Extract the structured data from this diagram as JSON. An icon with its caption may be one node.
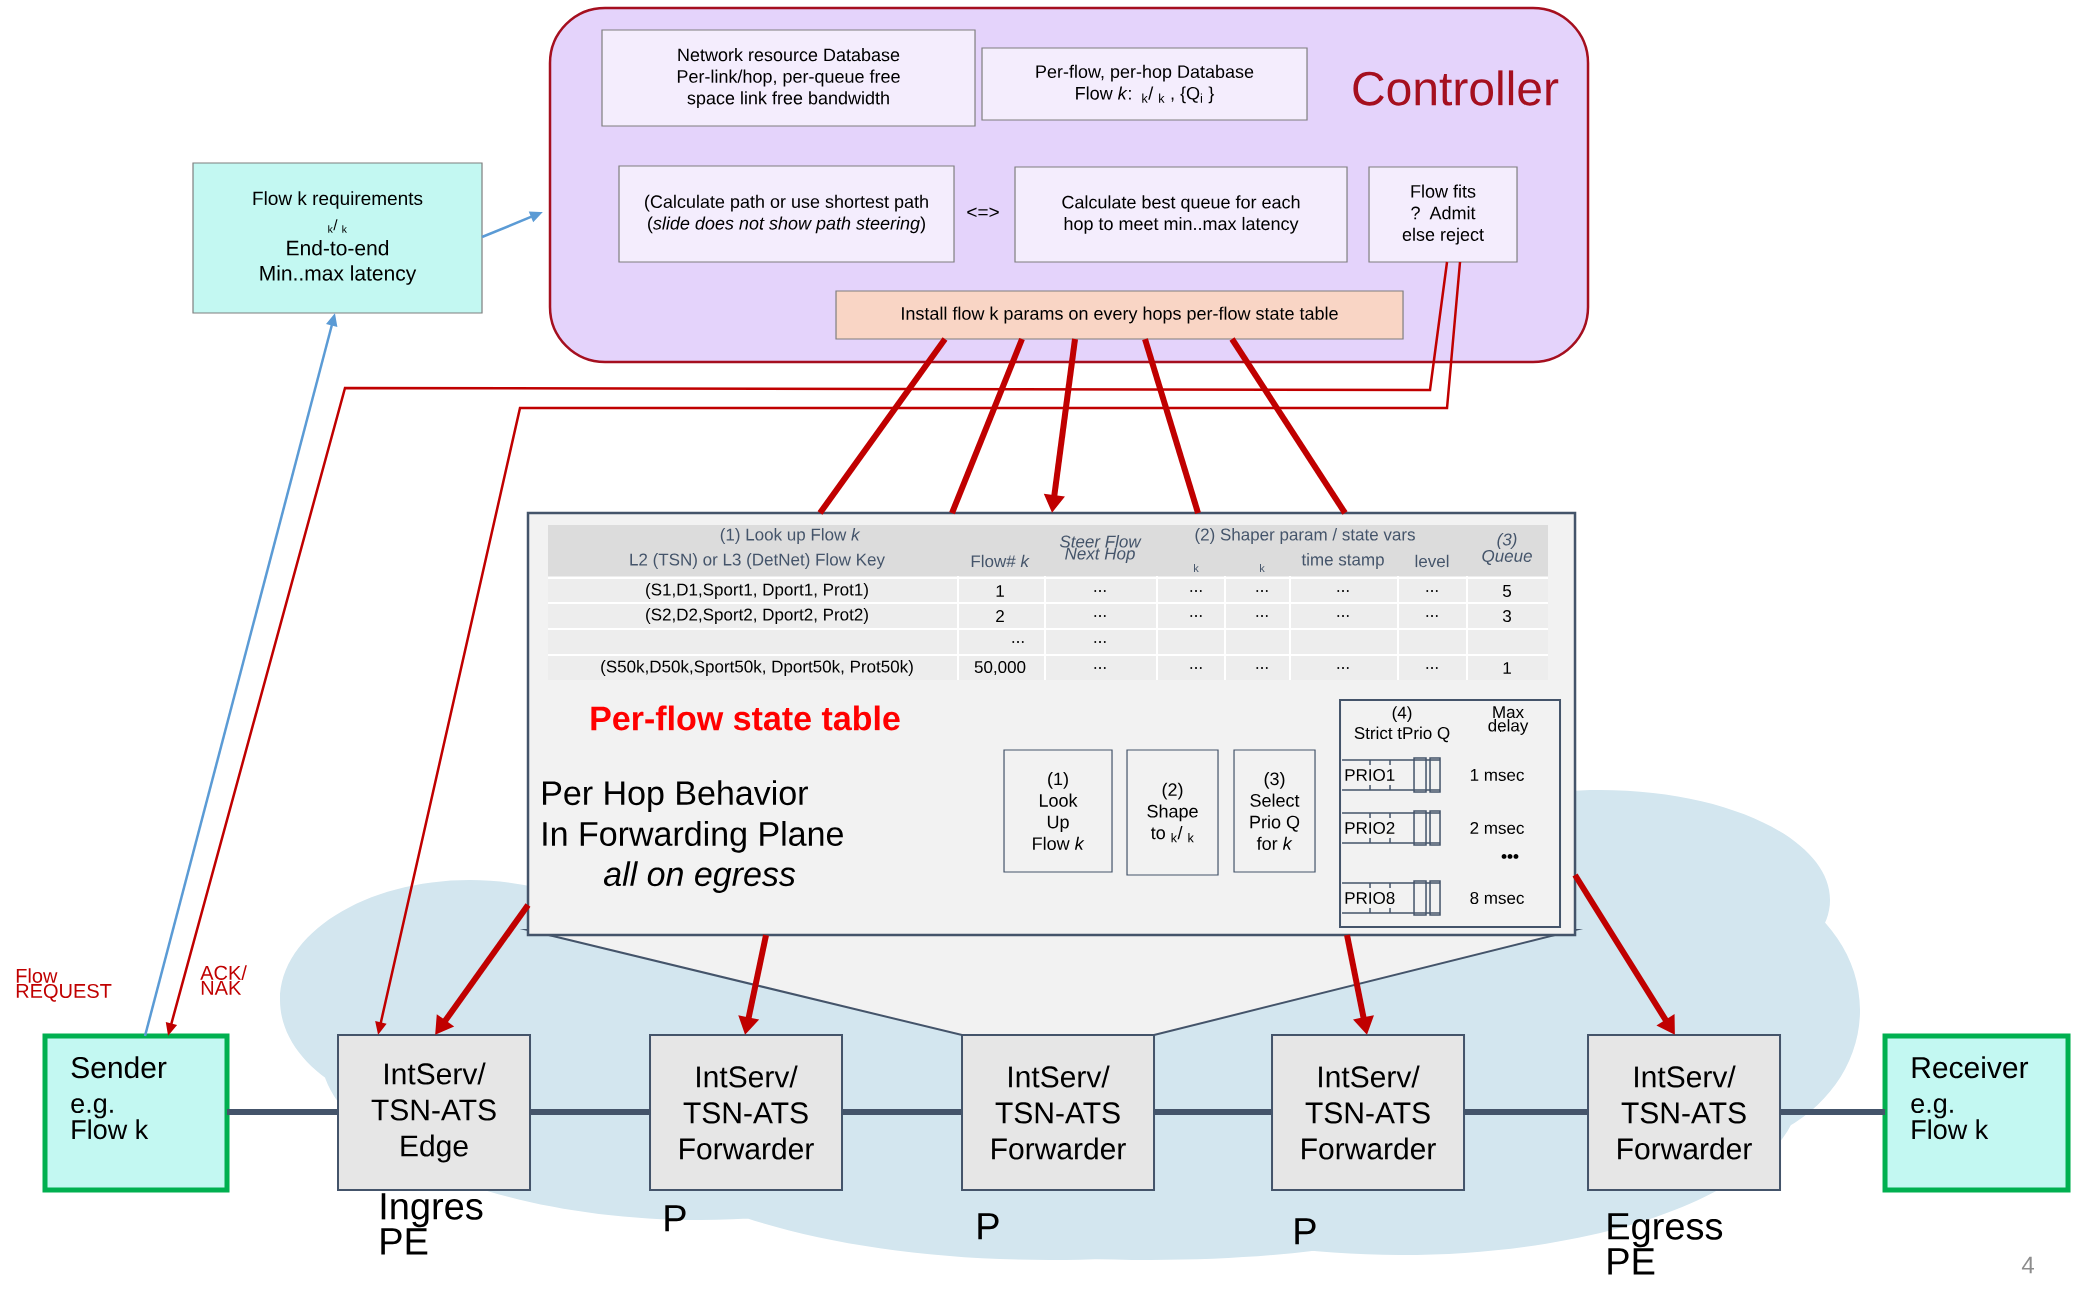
{
  "diagram": {
    "nodes": [
      {
        "text": [
          "Controller"
        ]
      },
      {
        "text": [
          "Network resource Database Per-link/hop, per-queue free space link free bandwidth"
        ],
        "in": 0
      },
      {
        "text": [
          "Per-flow, per-hop Database Flow *k*: $_{k}$/ $_{k}$ , {Q$_{i}$ }"
        ],
        "in": 0
      },
      {
        "text": [
          "(Calculate path or use shortest path (*slide does not show path steering*)"
        ],
        "in": 0
      },
      {
        "text": [
          "Calculate best queue for each hop to meet min..max latency"
        ],
        "in": 0
      },
      {
        "text": [
          "Flow fits ? Admit else reject"
        ],
        "in": 0
      },
      {
        "text": [
          "Install flow k params on every hops per-flow state table"
        ],
        "in": 0
      },
      {
        "text": [
          "Flow k requirements",
          "$_{k}$/ $_{k}$",
          "End-to-end Min..max latency"
        ]
      },
      {
        "text": [
          "Per-flow state table",
          "Per Hop Behavior In Forwarding Plane",
          "all on egress"
        ]
      },
      {
        "text": [
          "(1) Look Up Flow *k*"
        ],
        "in": 8
      },
      {
        "text": [
          "(2) Shape to $_{k}$/ $_{k}$"
        ],
        "in": 8
      },
      {
        "text": [
          "(3) Select Prio Q for *k*"
        ],
        "in": 8
      },
      {
        "text": [
          "(4) Strict tPrio Q",
          "Max delay"
        ],
        "in": 8
      },
      {
        "text": [
          "PRIO1"
        ],
        "in": 12,
        "beside": [
          "1 msec"
        ]
      },
      {
        "text": [
          "PRIO2"
        ],
        "in": 12,
        "beside": [
          "2 msec"
        ]
      },
      {
        "text": [
          "PRIO8"
        ],
        "in": 12,
        "beside": [
          "8 msec"
        ]
      },
      {
        "text": [
          "Sender",
          "e.g. Flow k"
        ]
      },
      {
        "text": [
          "IntServ/ TSN-ATS Edge"
        ],
        "beside": [
          "Ingres PE"
        ]
      },
      {
        "text": [
          "IntServ/ TSN-ATS Forwarder"
        ],
        "beside": [
          "P"
        ]
      },
      {
        "text": [
          "IntServ/ TSN-ATS Forwarder"
        ],
        "beside": [
          "P"
        ]
      },
      {
        "text": [
          "IntServ/ TSN-ATS Forwarder"
        ],
        "beside": [
          "P"
        ]
      },
      {
        "text": [
          "IntServ/ TSN-ATS Forwarder"
        ],
        "beside": [
          "Egress PE"
        ]
      },
      {
        "text": [
          "Receiver",
          "e.g. Flow k"
        ]
      }
    ],
    "edges": [
      {
        "from": 7,
        "to": 0,
        "arrow": "to",
        "color": "#5b9bd5"
      },
      {
        "from": 16,
        "to": 7,
        "arrow": "to",
        "color": "#5b9bd5",
        "label": "Flow REQUEST"
      },
      {
        "from": 5,
        "to": 16,
        "arrow": "to",
        "label": "ACK/ NAK"
      },
      {
        "from": 5,
        "to": 17,
        "arrow": "to"
      },
      {
        "from": 6,
        "to": 8,
        "arrow": "none"
      },
      {
        "from": 6,
        "to": 8,
        "arrow": "none"
      },
      {
        "from": 6,
        "to": 8,
        "arrow": "to"
      },
      {
        "from": 6,
        "to": 8,
        "arrow": "none"
      },
      {
        "from": 6,
        "to": 8,
        "arrow": "none"
      },
      {
        "from": 8,
        "to": 17,
        "arrow": "to"
      },
      {
        "from": 8,
        "to": 18,
        "arrow": "to"
      },
      {
        "from": 8,
        "to": 20,
        "arrow": "to"
      },
      {
        "from": 8,
        "to": 21,
        "arrow": "to"
      },
      {
        "from": 16,
        "to": 17,
        "arrow": "none",
        "color": "#44546a"
      },
      {
        "from": 17,
        "to": 18,
        "arrow": "none",
        "color": "#44546a"
      },
      {
        "from": 18,
        "to": 19,
        "arrow": "none",
        "color": "#44546a"
      },
      {
        "from": 19,
        "to": 20,
        "arrow": "none",
        "color": "#44546a"
      },
      {
        "from": 20,
        "to": 21,
        "arrow": "none",
        "color": "#44546a"
      },
      {
        "from": 21,
        "to": 22,
        "arrow": "none",
        "color": "#44546a"
      }
    ],
    "labels": [
      "<=>",
      "(1) Look up Flow *k*",
      "Steer Flow Next Hop",
      "(2) Shaper param / state vars",
      "(3) Queue",
      "L2 (TSN) or L3 (DetNet) Flow Key",
      "Flow# *k*",
      "k",
      "k",
      "time stamp",
      "level",
      "(S1,D1,Sport1, Dport1, Prot1)",
      "1",
      "...",
      "...",
      "...",
      "...",
      "...",
      "5",
      "(S2,D2,Sport2, Dport2, Prot2)",
      "2",
      "...",
      "...",
      "...",
      "...",
      "...",
      "3",
      "...",
      "...",
      "(S50k,D50k,Sport50k, Dport50k, Prot50k)",
      "50,000",
      "...",
      "...",
      "...",
      "...",
      "...",
      "1",
      "•••",
      "4"
    ]
  }
}
